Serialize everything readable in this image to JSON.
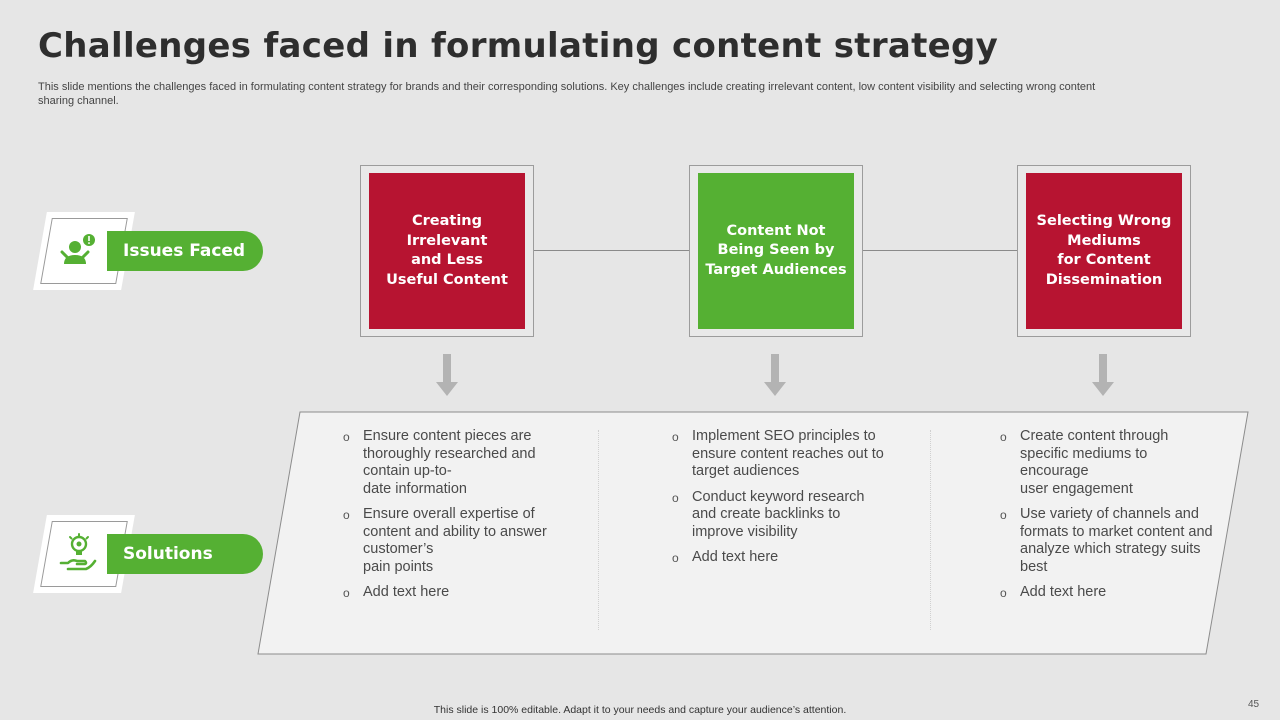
{
  "slide": {
    "title": "Challenges faced in formulating content strategy",
    "subtitle": "This slide mentions the challenges faced in formulating content strategy for brands and their corresponding solutions. Key challenges include creating irrelevant content, low content visibility and selecting wrong content sharing channel.",
    "footer": "This slide is 100% editable.  Adapt it to your needs and capture your audience’s attention.",
    "page_number": "45"
  },
  "labels": {
    "issues": {
      "text": "Issues Faced",
      "icon": "person-alert-icon"
    },
    "solutions": {
      "text": "Solutions",
      "icon": "hand-lightbulb-icon"
    }
  },
  "issues": [
    {
      "text": "Creating\nIrrelevant\nand Less\nUseful Content",
      "color": "#b71431"
    },
    {
      "text": "Content Not\nBeing Seen by\nTarget Audiences",
      "color": "#55b033"
    },
    {
      "text": "Selecting Wrong\nMediums\nfor Content\nDissemination",
      "color": "#b71431"
    }
  ],
  "solutions": [
    {
      "items": [
        "Ensure content pieces are thoroughly researched and contain up-to-\ndate information",
        "Ensure overall expertise of content and ability to answer customer’s\npain points",
        "Add text here"
      ]
    },
    {
      "items": [
        "Implement SEO principles to ensure content reaches out to target audiences",
        "Conduct keyword research and create backlinks to improve visibility",
        "Add text here"
      ]
    },
    {
      "items": [
        "Create content through specific mediums to encourage\nuser engagement",
        "Use variety of channels and formats to market content and analyze which strategy suits best",
        "Add text here"
      ]
    }
  ],
  "colors": {
    "accent_green": "#55b033",
    "accent_red": "#b71431",
    "background": "#e6e6e6"
  }
}
